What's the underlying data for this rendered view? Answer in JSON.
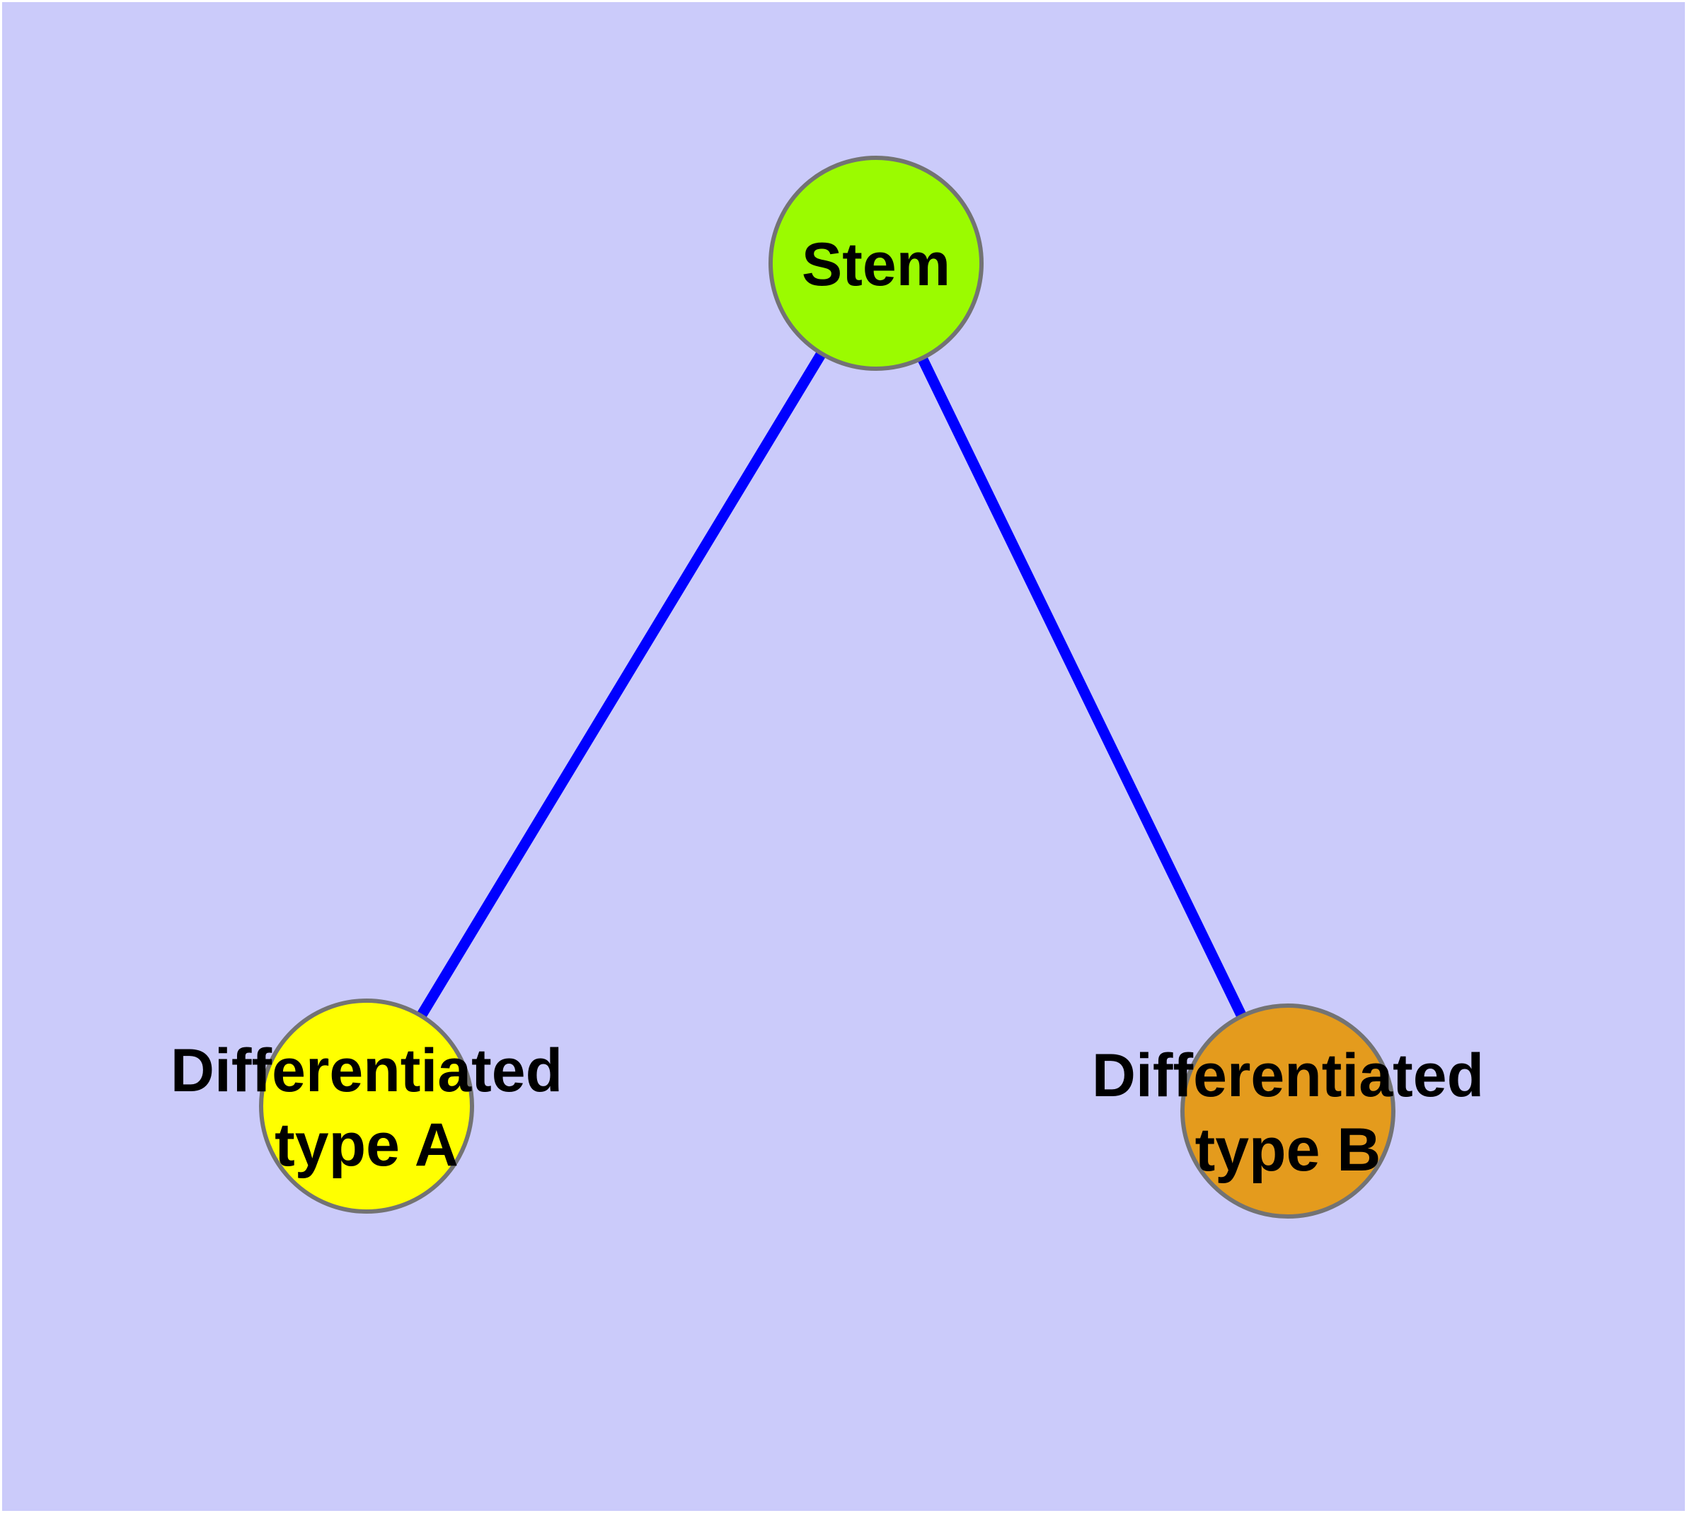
{
  "diagram": {
    "description": "Cell differentiation graph: a stem node connected to two differentiated cell type nodes",
    "background_color": "#CBCBFA",
    "frame_color": "#FFFFFF",
    "edge_color": "#0000FF",
    "node_border_color": "#737373",
    "label_color": "#000000",
    "nodes": {
      "stem": {
        "label": "Stem",
        "color": "#9BFB00"
      },
      "type_a": {
        "label_line1": "Differentiated",
        "label_line2": "type A",
        "color": "#FFFF00"
      },
      "type_b": {
        "label_line1": "Differentiated",
        "label_line2": "type B",
        "color": "#E49B1D"
      }
    },
    "edges": [
      {
        "from": "Stem",
        "to": "Differentiated type A"
      },
      {
        "from": "Stem",
        "to": "Differentiated type B"
      }
    ]
  }
}
